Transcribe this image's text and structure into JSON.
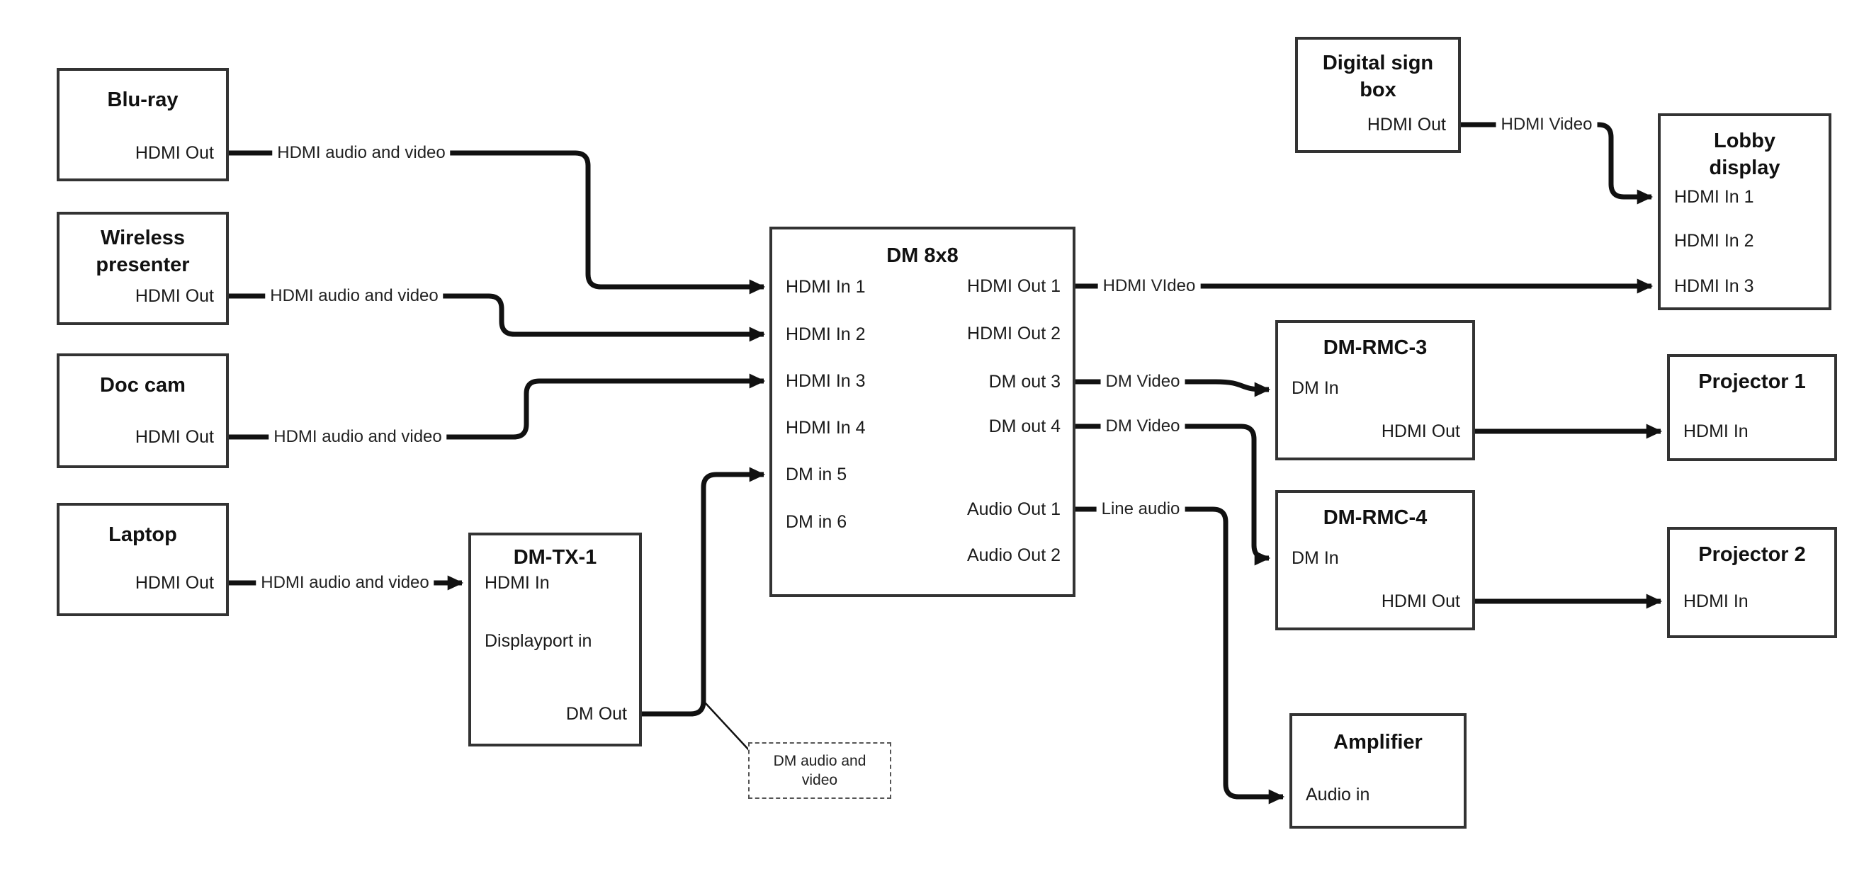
{
  "diagram": {
    "nodes": {
      "blu_ray": {
        "title_lines": [
          "Blu-ray"
        ],
        "ports": {
          "hdmi_out": "HDMI Out"
        }
      },
      "wireless_presenter": {
        "title_lines": [
          "Wireless",
          "presenter"
        ],
        "ports": {
          "hdmi_out": "HDMI Out"
        }
      },
      "doc_cam": {
        "title_lines": [
          "Doc cam"
        ],
        "ports": {
          "hdmi_out": "HDMI Out"
        }
      },
      "laptop": {
        "title_lines": [
          "Laptop"
        ],
        "ports": {
          "hdmi_out": "HDMI Out"
        }
      },
      "dm_tx_1": {
        "title_lines": [
          "DM-TX-1"
        ],
        "ports": {
          "hdmi_in": "HDMI In",
          "displayport_in": "Displayport in",
          "dm_out": "DM Out"
        }
      },
      "dm_8x8": {
        "title_lines": [
          "DM 8x8"
        ],
        "ports": {
          "hdmi_in_1": "HDMI In 1",
          "hdmi_in_2": "HDMI In 2",
          "hdmi_in_3": "HDMI In 3",
          "hdmi_in_4": "HDMI In 4",
          "dm_in_5": "DM in 5",
          "dm_in_6": "DM in 6",
          "hdmi_out_1": "HDMI Out 1",
          "hdmi_out_2": "HDMI Out 2",
          "dm_out_3": "DM out 3",
          "dm_out_4": "DM out 4",
          "audio_out_1": "Audio Out 1",
          "audio_out_2": "Audio Out 2"
        }
      },
      "digital_sign_box": {
        "title_lines": [
          "Digital sign",
          "box"
        ],
        "ports": {
          "hdmi_out": "HDMI Out"
        }
      },
      "lobby_display": {
        "title_lines": [
          "Lobby",
          "display"
        ],
        "ports": {
          "hdmi_in_1": "HDMI In 1",
          "hdmi_in_2": "HDMI In 2",
          "hdmi_in_3": "HDMI In 3"
        }
      },
      "dm_rmc_3": {
        "title_lines": [
          "DM-RMC-3"
        ],
        "ports": {
          "dm_in": "DM In",
          "hdmi_out": "HDMI Out"
        }
      },
      "projector_1": {
        "title_lines": [
          "Projector 1"
        ],
        "ports": {
          "hdmi_in": "HDMI In"
        }
      },
      "dm_rmc_4": {
        "title_lines": [
          "DM-RMC-4"
        ],
        "ports": {
          "dm_in": "DM In",
          "hdmi_out": "HDMI Out"
        }
      },
      "projector_2": {
        "title_lines": [
          "Projector 2"
        ],
        "ports": {
          "hdmi_in": "HDMI In"
        }
      },
      "amplifier": {
        "title_lines": [
          "Amplifier"
        ],
        "ports": {
          "audio_in": "Audio in"
        }
      }
    },
    "edge_labels": {
      "blu_ray_to_dm8x8": "HDMI audio and video",
      "wireless_to_dm8x8": "HDMI audio and video",
      "doc_cam_to_dm8x8": "HDMI audio and video",
      "laptop_to_dmtx1": "HDMI audio and video",
      "hdmi_out_1_to_lobby": "HDMI VIdeo",
      "digital_sign_to_lobby": "HDMI Video",
      "dm_out_3_to_rmc3": "DM Video",
      "dm_out_4_to_rmc4": "DM Video",
      "audio_out_1_to_amp": "Line audio"
    },
    "callout": {
      "lines": [
        "DM audio and",
        "video"
      ]
    },
    "colors": {
      "wire": "#111111",
      "box_border": "#333333",
      "text": "#1a1a1a",
      "background": "#ffffff"
    }
  }
}
